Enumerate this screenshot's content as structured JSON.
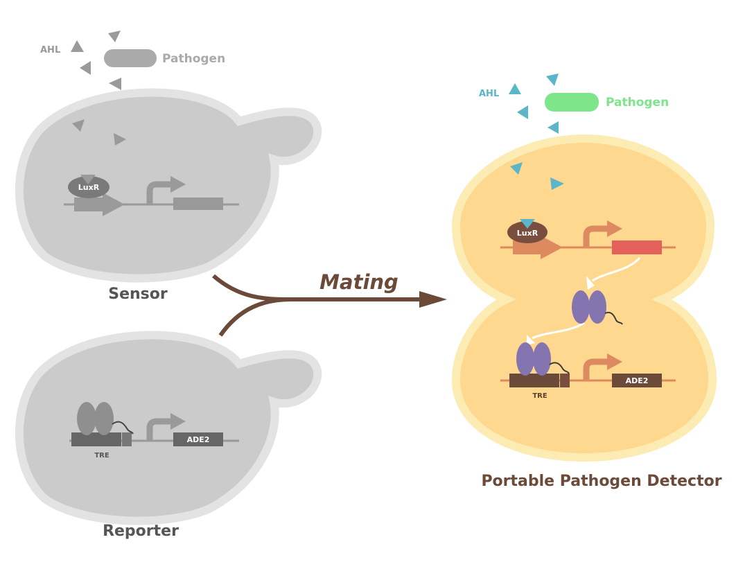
{
  "sensor": {
    "title": "Sensor",
    "ahl_label": "AHL",
    "pathogen_label": "Pathogen",
    "luxr_label": "LuxR"
  },
  "reporter": {
    "title": "Reporter",
    "tre_label": "TRE",
    "gene_label": "ADE2"
  },
  "mating_label": "Mating",
  "detector": {
    "title": "Portable Pathogen Detector",
    "ahl_label": "AHL",
    "pathogen_label": "Pathogen",
    "luxr_label": "LuxR",
    "tre_label": "TRE",
    "gene_label": "ADE2"
  },
  "colors": {
    "gray_cell": "#cccccc",
    "gray_outline": "#e2e2e2",
    "detector_fill": "#fdd88e",
    "detector_outline": "#fcecb4",
    "ahl_cyan": "#5ab6c8",
    "pathogen_green": "#7ee58a",
    "brown": "#6b4a3a",
    "orange": "#de8a60",
    "red": "#e4605a",
    "purple": "#8474b0"
  }
}
